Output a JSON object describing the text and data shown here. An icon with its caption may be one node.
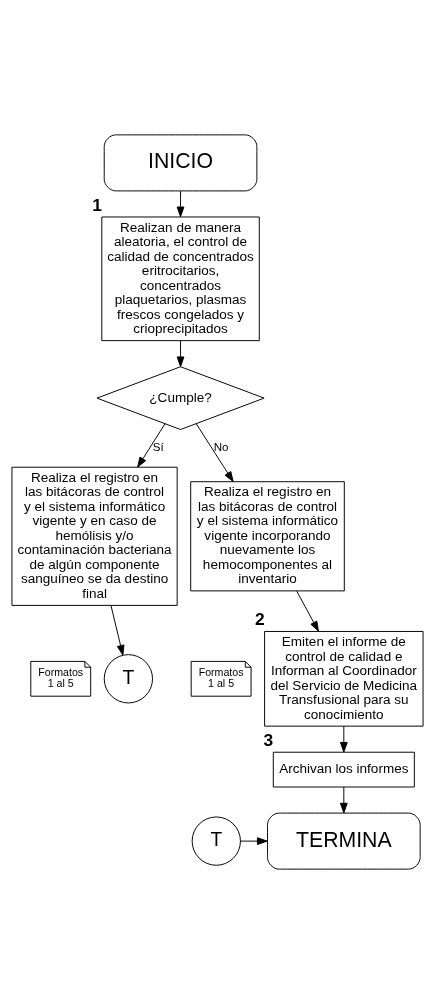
{
  "diagram": {
    "nodes": [
      {
        "text": [
          "INICIO"
        ]
      },
      {
        "text": [
          "Realizan de manera aleatoria, el control de calidad de concentrados eritrocitarios, concentrados plaquetarios, plasmas frescos congelados y crioprecipitados"
        ],
        "beside": [
          "1"
        ]
      },
      {
        "text": [
          "¿Cumple?"
        ]
      },
      {
        "text": [
          "Realiza el registro en las bitácoras de control y el sistema informático vigente y en caso de hemólisis y/o contaminación bacteriana de algún componente sanguíneo se da destino final"
        ]
      },
      {
        "text": [
          "Formatos 1 al 5"
        ]
      },
      {
        "text": [
          "T"
        ]
      },
      {
        "text": [
          "Realiza el registro en las bitácoras de control y el sistema informático vigente incorporando nuevamente los hemocomponentes al inventario"
        ]
      },
      {
        "text": [
          "Formatos 1 al 5"
        ]
      },
      {
        "text": [
          "Emiten el informe de control de calidad e Informan al Coordinador del Servicio de Medicina Transfusional para su conocimiento"
        ],
        "beside": [
          "2"
        ]
      },
      {
        "text": [
          "Archivan los informes"
        ],
        "beside": [
          "3"
        ]
      },
      {
        "text": [
          "T"
        ]
      },
      {
        "text": [
          "TERMINA"
        ]
      }
    ],
    "edges": [
      {
        "from": 0,
        "to": 1,
        "arrow": "to"
      },
      {
        "from": 1,
        "to": 2,
        "arrow": "to"
      },
      {
        "from": 2,
        "to": 3,
        "arrow": "to",
        "label": "Sí"
      },
      {
        "from": 2,
        "to": 6,
        "arrow": "to",
        "label": "No"
      },
      {
        "from": 3,
        "to": 5,
        "arrow": "to"
      },
      {
        "from": 6,
        "to": 8,
        "arrow": "to"
      },
      {
        "from": 8,
        "to": 9,
        "arrow": "to"
      },
      {
        "from": 9,
        "to": 11,
        "arrow": "to"
      },
      {
        "from": 10,
        "to": 11,
        "arrow": "to"
      }
    ]
  }
}
